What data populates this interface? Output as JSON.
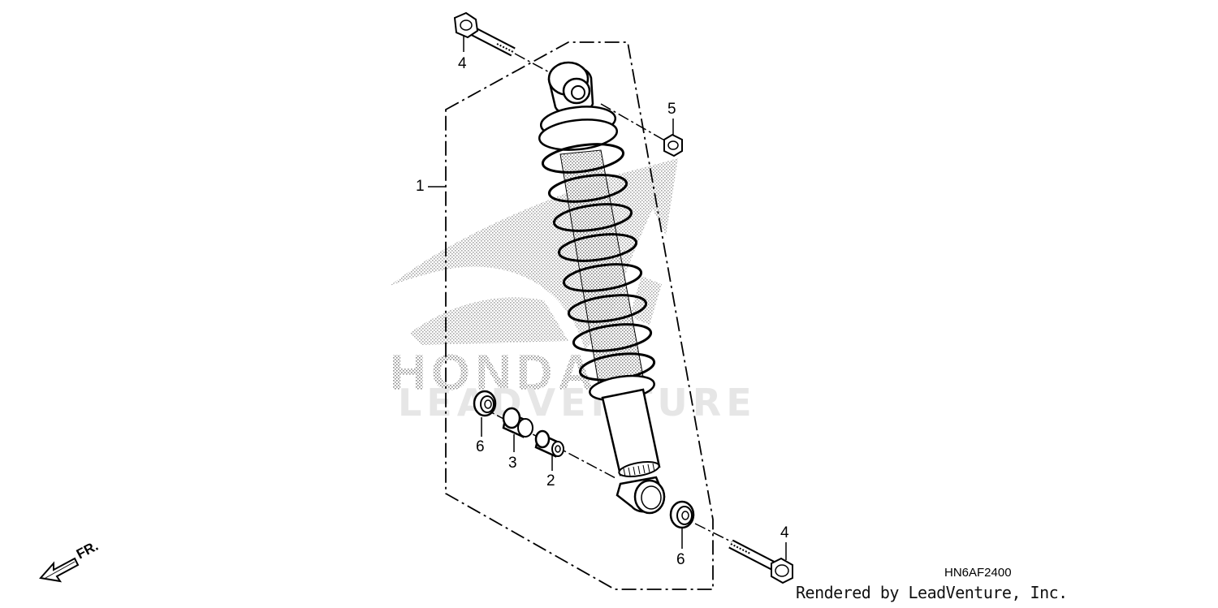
{
  "watermark": {
    "brand_text": "HONDA",
    "sub_text": "LEADVENTURE"
  },
  "callouts": [
    {
      "id": "c1",
      "label": "1",
      "part": "rear-shock-absorber"
    },
    {
      "id": "c2",
      "label": "2",
      "part": "collar"
    },
    {
      "id": "c3",
      "label": "3",
      "part": "bushing"
    },
    {
      "id": "c4a",
      "label": "4",
      "part": "upper-bolt"
    },
    {
      "id": "c4b",
      "label": "4",
      "part": "lower-bolt"
    },
    {
      "id": "c5",
      "label": "5",
      "part": "nut"
    },
    {
      "id": "c6a",
      "label": "6",
      "part": "dust-seal-left"
    },
    {
      "id": "c6b",
      "label": "6",
      "part": "dust-seal-right"
    }
  ],
  "direction": {
    "label": "FR."
  },
  "diagram_code": "HN6AF2400",
  "credit": "Rendered by LeadVenture, Inc."
}
